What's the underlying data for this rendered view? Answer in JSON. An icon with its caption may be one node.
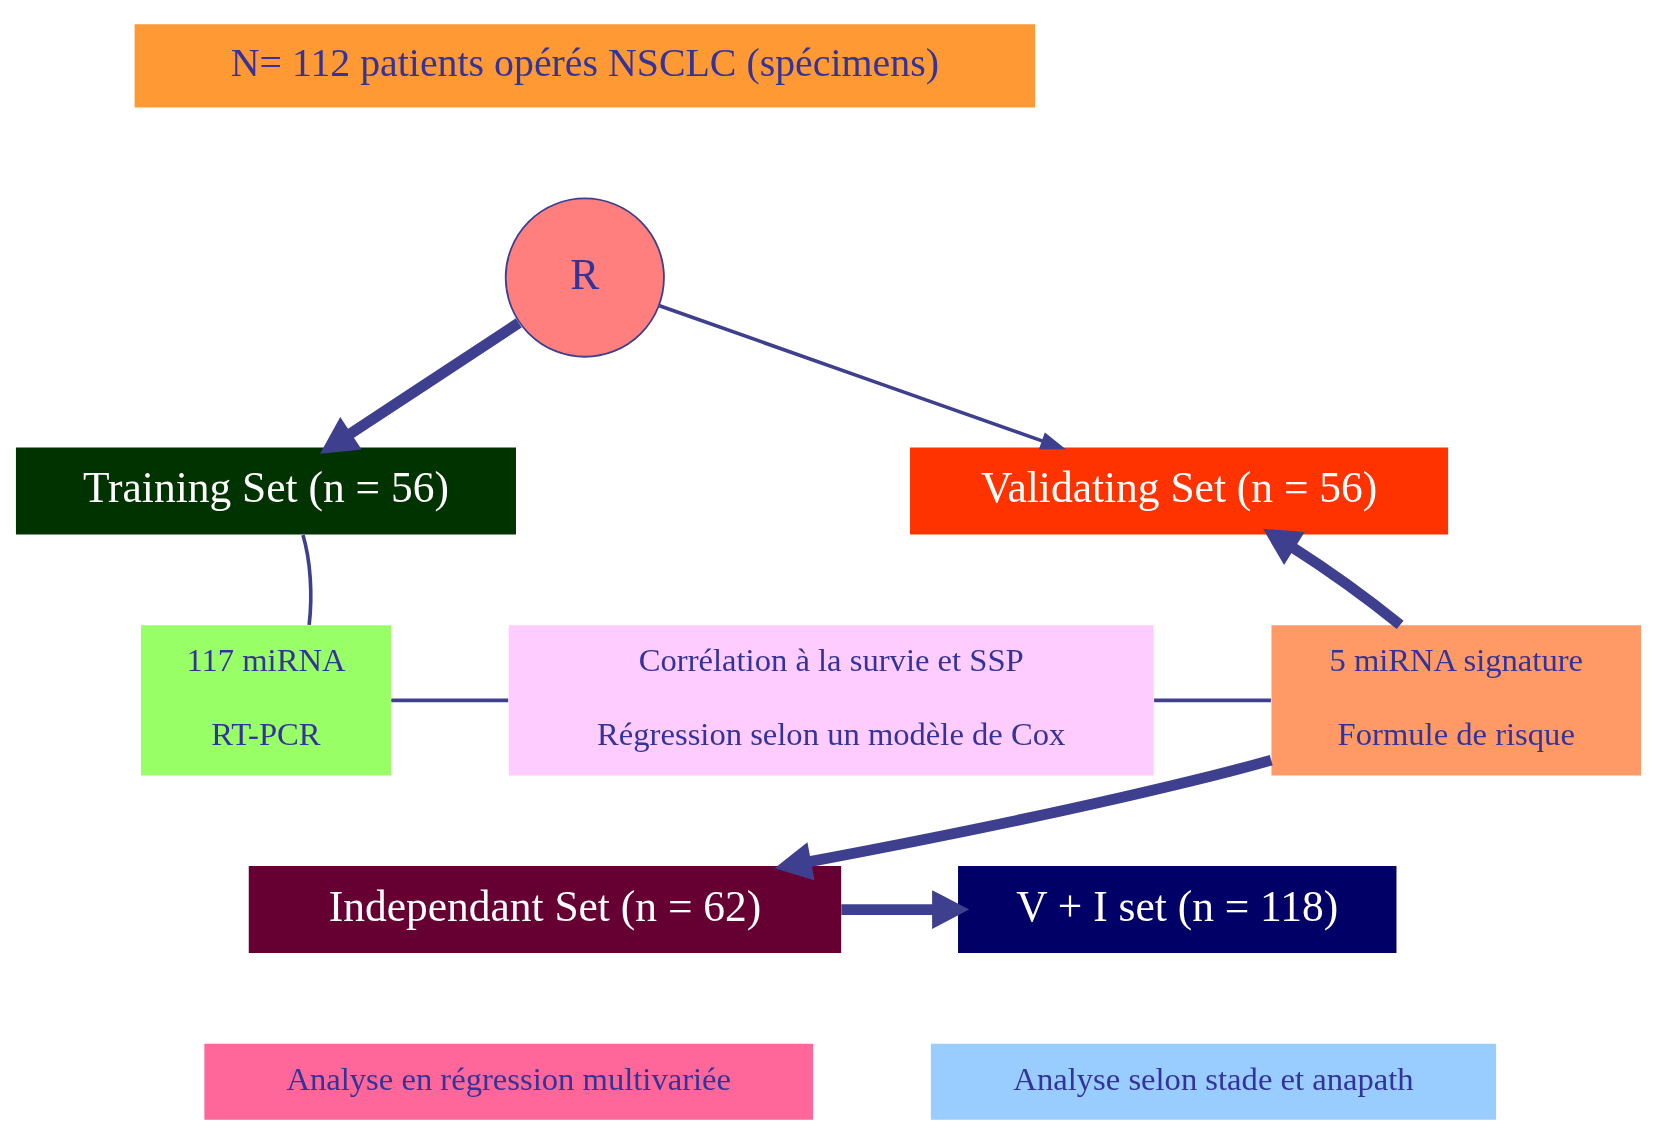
{
  "diagram": {
    "nodes": [
      {
        "text": [
          "N= 112 patients opérés NSCLC (spécimens)"
        ]
      },
      {
        "text": [
          "R"
        ]
      },
      {
        "text": [
          "Training Set (n = 56)"
        ]
      },
      {
        "text": [
          "Validating Set (n = 56)"
        ]
      },
      {
        "text": [
          "117 miRNA",
          "RT-PCR"
        ]
      },
      {
        "text": [
          "Corrélation à la survie et SSP",
          "Régression selon un modèle de Cox"
        ]
      },
      {
        "text": [
          "5 miRNA signature",
          "Formule de risque"
        ]
      },
      {
        "text": [
          "V + I set (n = 118)"
        ]
      },
      {
        "text": [
          "Independant Set (n = 62)"
        ]
      },
      {
        "text": [
          "Analyse selon stade et anapath"
        ]
      },
      {
        "text": [
          "Analyse en régression multivariée"
        ]
      }
    ],
    "edges": [
      {
        "from": 1,
        "to": 2,
        "arrow": "to",
        "style": "thick"
      },
      {
        "from": 1,
        "to": 3,
        "arrow": "to"
      },
      {
        "from": 2,
        "to": 4,
        "arrow": "none"
      },
      {
        "from": 4,
        "to": 5,
        "arrow": "none"
      },
      {
        "from": 5,
        "to": 6,
        "arrow": "none"
      },
      {
        "from": 6,
        "to": 3,
        "arrow": "to",
        "style": "thick"
      },
      {
        "from": 6,
        "to": 8,
        "arrow": "to",
        "style": "thick"
      },
      {
        "from": 8,
        "to": 7,
        "arrow": "to",
        "style": "thick"
      }
    ]
  }
}
